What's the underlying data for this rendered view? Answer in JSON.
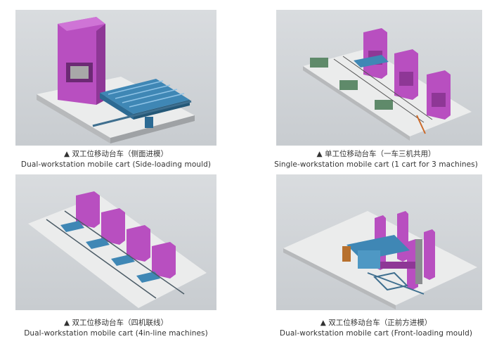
{
  "panels": [
    {
      "caption_zh": "▲ 双工位移动台车（侧面进模）",
      "caption_en": "Dual-workstation mobile cart (Side-loading mould)"
    },
    {
      "caption_zh": "▲ 单工位移动台车（一车三机共用）",
      "caption_en": "Single-workstation mobile cart (1 cart for 3 machines)"
    },
    {
      "caption_zh": "▲ 双工位移动台车（四机联线）",
      "caption_en": "Dual-workstation mobile cart (4in-line machines)"
    },
    {
      "caption_zh": "▲ 双工位移动台车（正前方进模）",
      "caption_en": "Dual-workstation mobile cart (Front-loading mould)"
    }
  ],
  "colors": {
    "press": "#b84fc0",
    "press_dark": "#8e3796",
    "cart": "#3f87b5",
    "floor": "#e9eaea",
    "background": "#d3d6d9"
  }
}
